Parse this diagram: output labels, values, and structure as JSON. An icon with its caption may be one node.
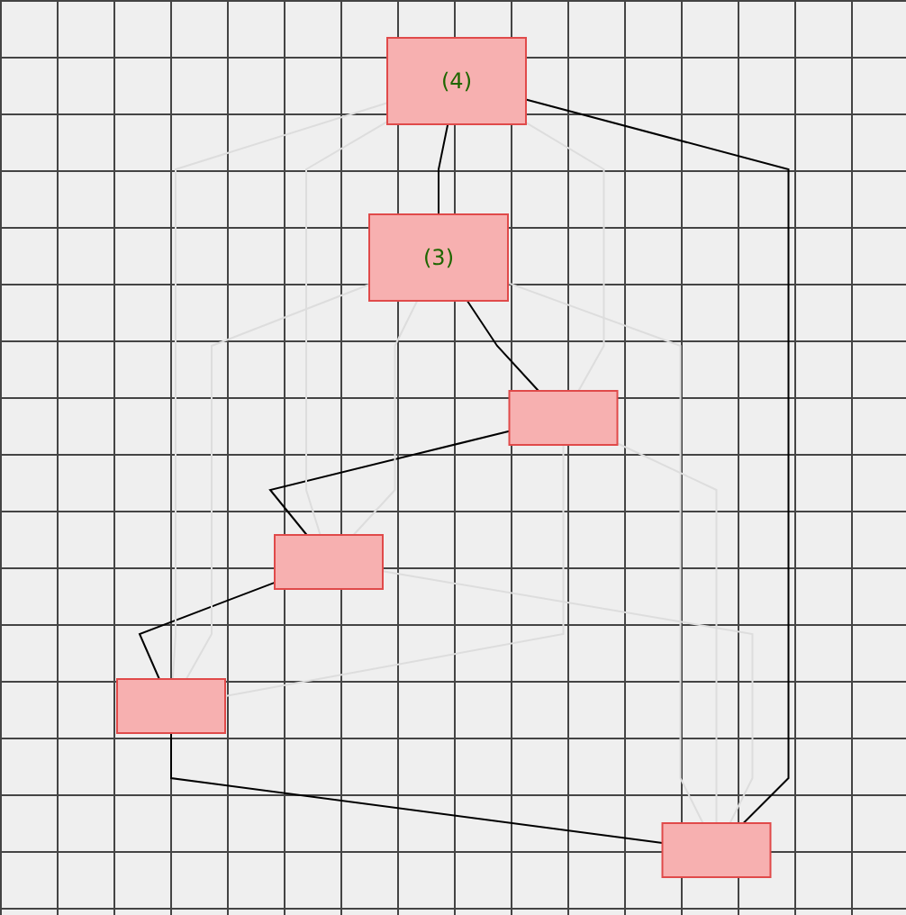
{
  "diagram": {
    "nodes": [
      {
        "text": [
          "(4)"
        ]
      },
      {
        "text": [
          "(3)"
        ]
      },
      {
        "text": [],
        "shape": "box"
      },
      {
        "text": [],
        "shape": "box"
      },
      {
        "text": [],
        "shape": "box"
      },
      {
        "text": [],
        "shape": "box"
      }
    ],
    "edges": [
      {
        "from": 0,
        "to": 1,
        "arrow": "none",
        "color": "#000000"
      },
      {
        "from": 1,
        "to": 3,
        "arrow": "none",
        "color": "#000000"
      },
      {
        "from": 3,
        "to": 5,
        "arrow": "none",
        "color": "#000000"
      },
      {
        "from": 5,
        "to": 4,
        "arrow": "none",
        "color": "#000000"
      },
      {
        "from": 4,
        "to": 2,
        "arrow": "none",
        "color": "#000000"
      },
      {
        "from": 2,
        "to": 0,
        "arrow": "none",
        "color": "#000000"
      },
      {
        "from": 0,
        "to": 3,
        "arrow": "none"
      },
      {
        "from": 0,
        "to": 5,
        "arrow": "none"
      },
      {
        "from": 0,
        "to": 4,
        "arrow": "none"
      },
      {
        "from": 1,
        "to": 5,
        "arrow": "none"
      },
      {
        "from": 1,
        "to": 4,
        "arrow": "none"
      },
      {
        "from": 1,
        "to": 2,
        "arrow": "none"
      },
      {
        "from": 3,
        "to": 4,
        "arrow": "none"
      },
      {
        "from": 3,
        "to": 2,
        "arrow": "none"
      },
      {
        "from": 5,
        "to": 2,
        "arrow": "none"
      }
    ]
  }
}
